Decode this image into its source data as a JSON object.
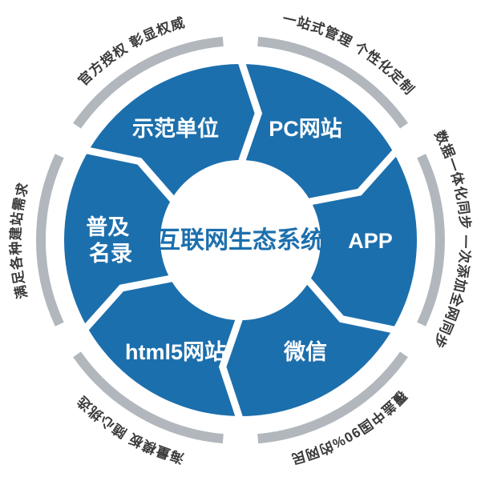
{
  "title": "互联网生态系统",
  "colors": {
    "ring_blue": "#1c6fad",
    "arc_gray": "#b1b7bd",
    "outer_text": "#3a3a3a",
    "center_text": "#1c6fad",
    "segment_text": "#ffffff"
  },
  "segments": [
    {
      "label": "示范单位"
    },
    {
      "label": "PC网站"
    },
    {
      "label": "APP"
    },
    {
      "label": "微信"
    },
    {
      "label": "html5网站"
    },
    {
      "label": "普及名录",
      "line1": "普及",
      "line2": "名录"
    }
  ],
  "outer_labels": [
    {
      "position": "top-left",
      "text": "官方授权 彰显权威"
    },
    {
      "position": "top-right",
      "text": "一站式管理 个性化定制"
    },
    {
      "position": "right",
      "text": "数据一体化同步 一次添加全网同步"
    },
    {
      "position": "bottom-right",
      "text": "覆盖中国90%的网民"
    },
    {
      "position": "bottom-left",
      "text": "海量模板 随心挑选"
    },
    {
      "position": "left",
      "text": "满足各种建站需求"
    }
  ]
}
